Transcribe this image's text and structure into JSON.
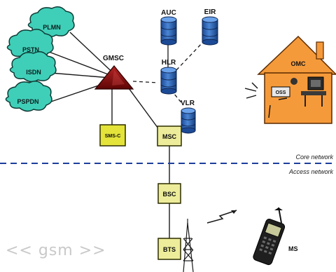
{
  "clouds": {
    "plmn": "PLMN",
    "pstn": "PSTN",
    "isdn": "ISDN",
    "pspdn": "PSPDN"
  },
  "nodes": {
    "gmsc": "GMSC",
    "auc": "AUC",
    "eir": "EIR",
    "hlr": "HLR",
    "vlr": "VLR",
    "smsc": "SMS-C",
    "msc": "MSC",
    "bsc": "BSC",
    "bts": "BTS",
    "omc": "OMC",
    "oss": "OSS",
    "ms": "MS"
  },
  "networks": {
    "core": "Core network",
    "access": "Access network"
  },
  "watermark": "<< gsm >>",
  "colors": {
    "cloud_fill": "#3fcfb8",
    "database_fill": "#2a5fb0",
    "box_fill": "#ecec9a",
    "smsc_fill": "#e3e33a",
    "triangle_fill": "#8b1010",
    "house_fill": "#f59a3a",
    "divider": "#1d3f9c"
  }
}
